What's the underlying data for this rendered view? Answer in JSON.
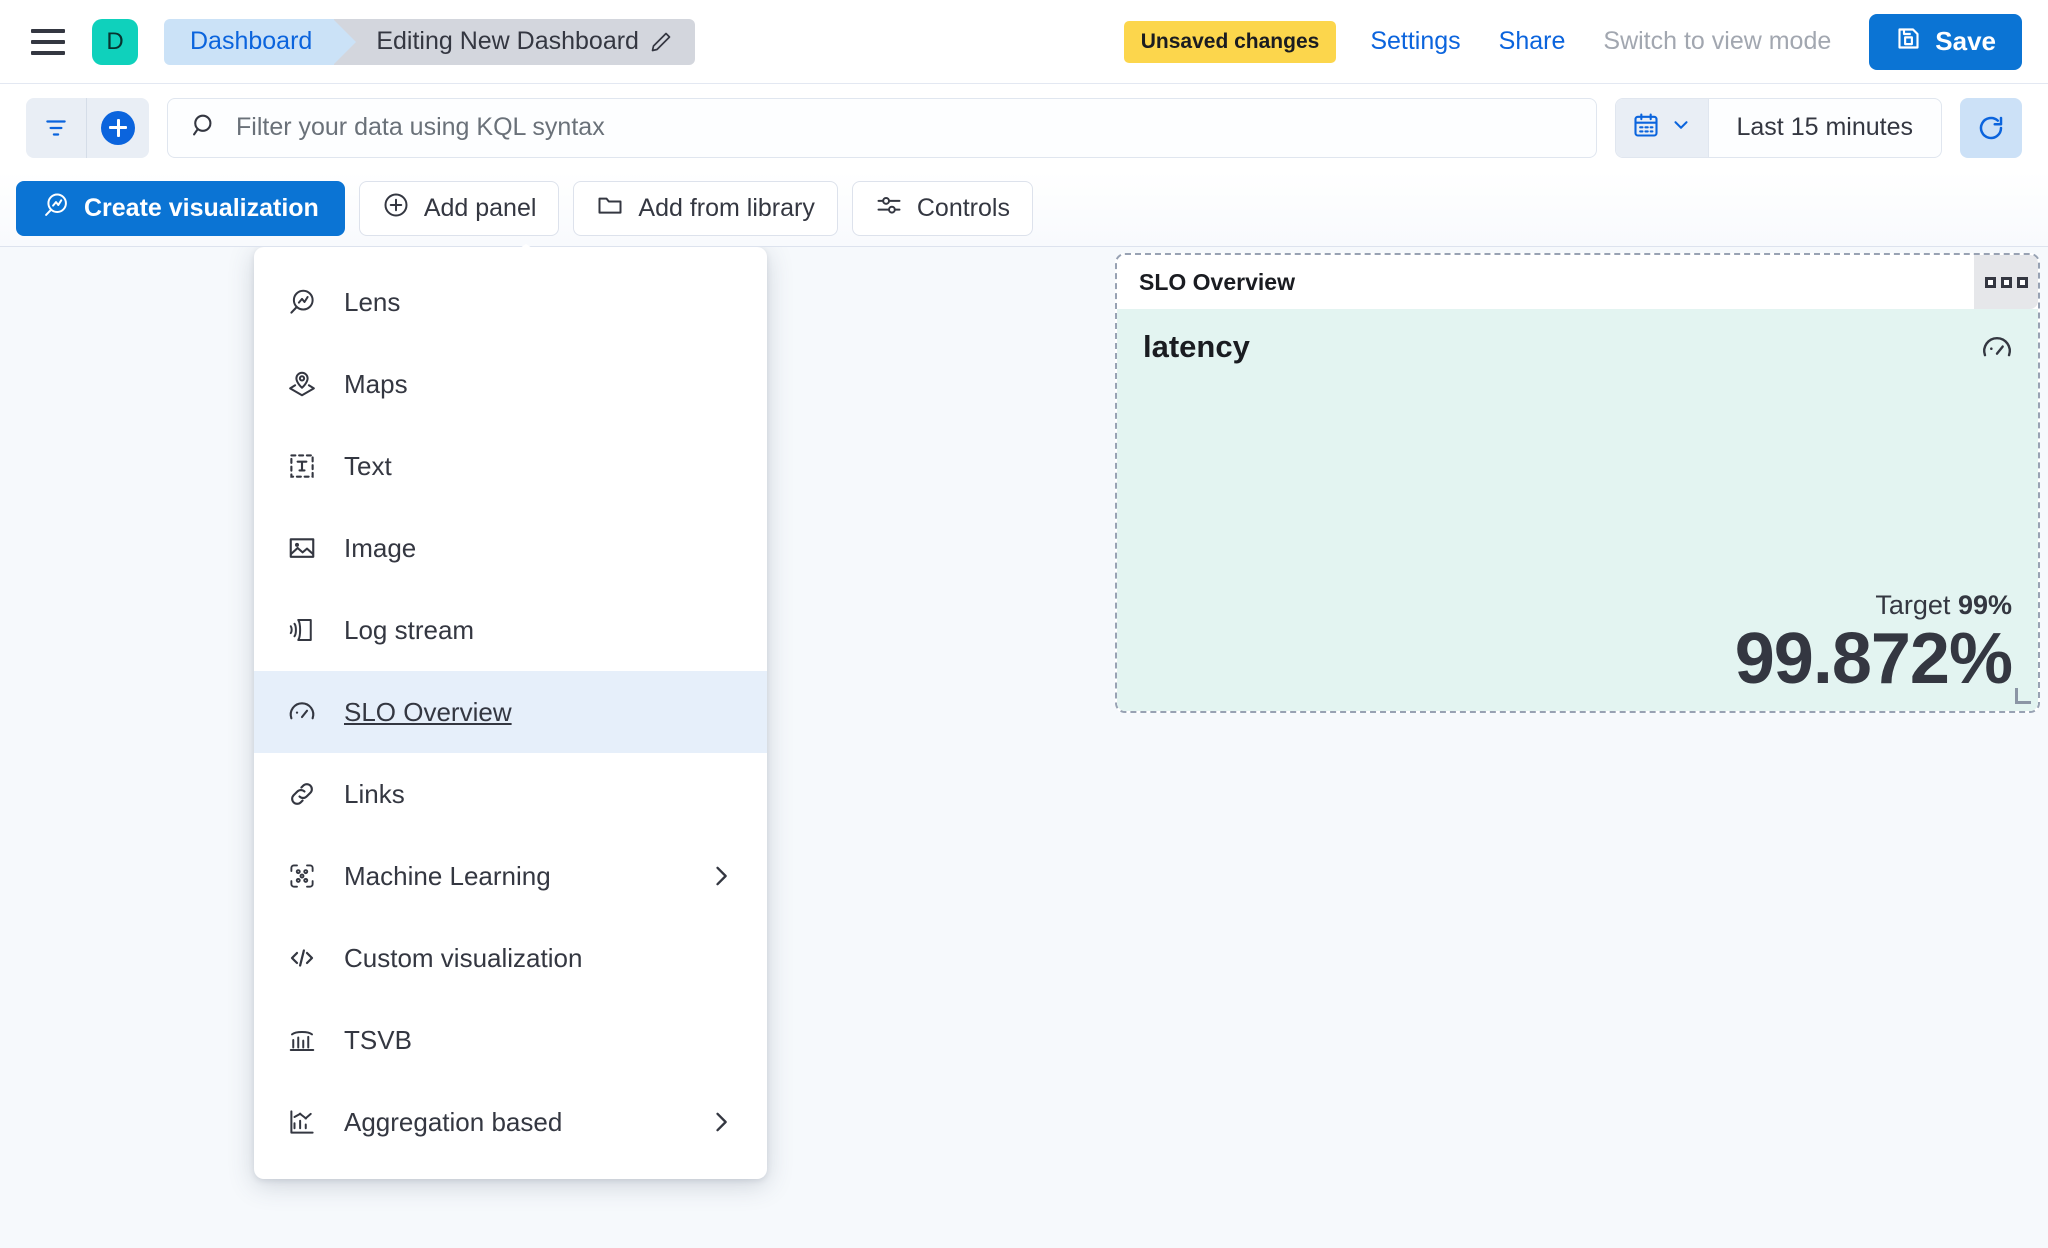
{
  "header": {
    "avatar_letter": "D",
    "breadcrumbs": [
      {
        "label": "Dashboard"
      },
      {
        "label": "Editing New Dashboard"
      }
    ],
    "unsaved_badge": "Unsaved changes",
    "settings_label": "Settings",
    "share_label": "Share",
    "view_mode_label": "Switch to view mode",
    "save_label": "Save"
  },
  "query_bar": {
    "search_placeholder": "Filter your data using KQL syntax",
    "time_range": "Last 15 minutes"
  },
  "toolbar": {
    "create_visualization": "Create visualization",
    "add_panel": "Add panel",
    "add_from_library": "Add from library",
    "controls": "Controls"
  },
  "add_panel_menu": {
    "items": [
      {
        "label": "Lens",
        "icon": "lens-icon",
        "has_submenu": false,
        "selected": false
      },
      {
        "label": "Maps",
        "icon": "maps-pin-icon",
        "has_submenu": false,
        "selected": false
      },
      {
        "label": "Text",
        "icon": "text-box-icon",
        "has_submenu": false,
        "selected": false
      },
      {
        "label": "Image",
        "icon": "image-icon",
        "has_submenu": false,
        "selected": false
      },
      {
        "label": "Log stream",
        "icon": "log-stream-icon",
        "has_submenu": false,
        "selected": false
      },
      {
        "label": "SLO Overview",
        "icon": "gauge-icon",
        "has_submenu": false,
        "selected": true
      },
      {
        "label": "Links",
        "icon": "link-icon",
        "has_submenu": false,
        "selected": false
      },
      {
        "label": "Machine Learning",
        "icon": "machine-learning-icon",
        "has_submenu": true,
        "selected": false
      },
      {
        "label": "Custom visualization",
        "icon": "code-brackets-icon",
        "has_submenu": false,
        "selected": false
      },
      {
        "label": "TSVB",
        "icon": "tsvb-bars-icon",
        "has_submenu": false,
        "selected": false
      },
      {
        "label": "Aggregation based",
        "icon": "aggregation-chart-icon",
        "has_submenu": true,
        "selected": false
      }
    ]
  },
  "slo_panel": {
    "panel_title": "SLO Overview",
    "metric_name": "latency",
    "target_label": "Target",
    "target_value": "99%",
    "sli_value": "99.872%"
  },
  "colors": {
    "primary_blue": "#0B74D4",
    "link_blue": "#0B64DD",
    "warning_yellow": "#FCD64C",
    "avatar_teal": "#0FD1BC",
    "slo_body_green": "#E3F4F1",
    "selected_menu_blue": "#E6EFFA",
    "page_background": "#F6F9FC"
  }
}
